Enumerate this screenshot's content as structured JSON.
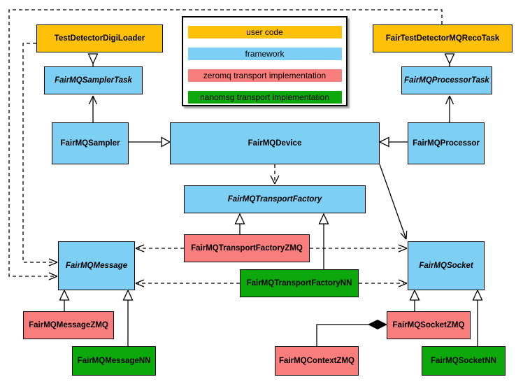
{
  "diagram": {
    "legend": {
      "items": [
        {
          "id": "user-code",
          "label": "user code",
          "color": "#FFC107"
        },
        {
          "id": "framework",
          "label": "framework",
          "color": "#7ECFF4"
        },
        {
          "id": "zeromq",
          "label": "zeromq transport implementation",
          "color": "#F87D7D"
        },
        {
          "id": "nanomsg",
          "label": "nanomsg transport implementation",
          "color": "#0CA80C"
        }
      ]
    },
    "nodes": {
      "testDetectorDigiLoader": {
        "label": "TestDetectorDigiLoader",
        "category": "user-code",
        "abstract": false
      },
      "fairTestDetectorMQRecoTask": {
        "label": "FairTestDetectorMQRecoTask",
        "category": "user-code",
        "abstract": false
      },
      "fairMQSamplerTask": {
        "label": "FairMQSamplerTask",
        "category": "framework",
        "abstract": true
      },
      "fairMQProcessorTask": {
        "label": "FairMQProcessorTask",
        "category": "framework",
        "abstract": true
      },
      "fairMQSampler": {
        "label": "FairMQSampler",
        "category": "framework",
        "abstract": false
      },
      "fairMQDevice": {
        "label": "FairMQDevice",
        "category": "framework",
        "abstract": false
      },
      "fairMQProcessor": {
        "label": "FairMQProcessor",
        "category": "framework",
        "abstract": false
      },
      "fairMQTransportFactory": {
        "label": "FairMQTransportFactory",
        "category": "framework",
        "abstract": true
      },
      "fairMQTransportFactoryZMQ": {
        "label": "FairMQTransportFactoryZMQ",
        "category": "zeromq",
        "abstract": false
      },
      "fairMQTransportFactoryNN": {
        "label": "FairMQTransportFactoryNN",
        "category": "nanomsg",
        "abstract": false
      },
      "fairMQMessage": {
        "label": "FairMQMessage",
        "category": "framework",
        "abstract": true
      },
      "fairMQMessageZMQ": {
        "label": "FairMQMessageZMQ",
        "category": "zeromq",
        "abstract": false
      },
      "fairMQMessageNN": {
        "label": "FairMQMessageNN",
        "category": "nanomsg",
        "abstract": false
      },
      "fairMQSocket": {
        "label": "FairMQSocket",
        "category": "framework",
        "abstract": true
      },
      "fairMQSocketZMQ": {
        "label": "FairMQSocketZMQ",
        "category": "zeromq",
        "abstract": false
      },
      "fairMQSocketNN": {
        "label": "FairMQSocketNN",
        "category": "nanomsg",
        "abstract": false
      },
      "fairMQContextZMQ": {
        "label": "FairMQContextZMQ",
        "category": "zeromq",
        "abstract": false
      }
    },
    "edges": [
      {
        "from": "TestDetectorDigiLoader",
        "to": "FairMQSamplerTask",
        "style": "solid",
        "head": "hollow-triangle"
      },
      {
        "from": "FairTestDetectorMQRecoTask",
        "to": "FairMQProcessorTask",
        "style": "solid",
        "head": "hollow-triangle"
      },
      {
        "from": "FairMQSampler",
        "to": "FairMQSamplerTask",
        "style": "solid",
        "head": "open-arrow"
      },
      {
        "from": "FairMQProcessor",
        "to": "FairMQProcessorTask",
        "style": "solid",
        "head": "open-arrow"
      },
      {
        "from": "FairMQSampler",
        "to": "FairMQDevice",
        "style": "solid",
        "head": "hollow-triangle"
      },
      {
        "from": "FairMQProcessor",
        "to": "FairMQDevice",
        "style": "solid",
        "head": "hollow-triangle"
      },
      {
        "from": "FairMQDevice",
        "to": "FairMQTransportFactory",
        "style": "dashed",
        "head": "open-arrow"
      },
      {
        "from": "FairMQDevice",
        "to": "FairMQSocket",
        "style": "solid",
        "head": "open-arrow"
      },
      {
        "from": "FairMQTransportFactoryZMQ",
        "to": "FairMQTransportFactory",
        "style": "solid",
        "head": "hollow-triangle"
      },
      {
        "from": "FairMQTransportFactoryNN",
        "to": "FairMQTransportFactory",
        "style": "solid",
        "head": "hollow-triangle"
      },
      {
        "from": "FairMQTransportFactoryZMQ",
        "to": "FairMQMessage",
        "style": "dashed",
        "head": "open-arrow"
      },
      {
        "from": "FairMQTransportFactoryNN",
        "to": "FairMQMessage",
        "style": "dashed",
        "head": "open-arrow"
      },
      {
        "from": "FairMQTransportFactoryZMQ",
        "to": "FairMQSocket",
        "style": "dashed",
        "head": "open-arrow"
      },
      {
        "from": "FairMQTransportFactoryNN",
        "to": "FairMQSocket",
        "style": "dashed",
        "head": "open-arrow"
      },
      {
        "from": "FairTestDetectorMQRecoTask",
        "to": "FairMQMessage",
        "style": "dashed",
        "head": "open-arrow"
      },
      {
        "from": "TestDetectorDigiLoader",
        "to": "FairMQMessage",
        "style": "dashed",
        "head": "open-arrow"
      },
      {
        "from": "FairMQMessageZMQ",
        "to": "FairMQMessage",
        "style": "solid",
        "head": "hollow-triangle"
      },
      {
        "from": "FairMQMessageNN",
        "to": "FairMQMessage",
        "style": "solid",
        "head": "hollow-triangle"
      },
      {
        "from": "FairMQSocketZMQ",
        "to": "FairMQSocket",
        "style": "solid",
        "head": "hollow-triangle"
      },
      {
        "from": "FairMQSocketNN",
        "to": "FairMQSocket",
        "style": "solid",
        "head": "hollow-triangle"
      },
      {
        "from": "FairMQContextZMQ",
        "to": "FairMQSocketZMQ",
        "style": "solid",
        "head": "filled-diamond"
      }
    ]
  }
}
